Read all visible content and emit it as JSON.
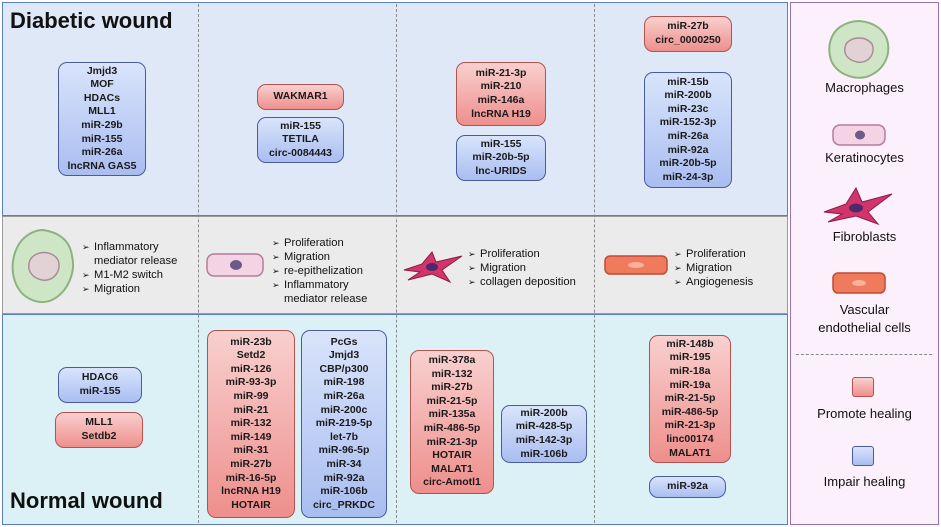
{
  "headings": {
    "diabetic": "Diabetic wound",
    "normal": "Normal wound"
  },
  "diabetic": {
    "col1": [
      "Jmjd3",
      "MOF",
      "HDACs",
      "MLL1",
      "miR-29b",
      "miR-155",
      "miR-26a",
      "lncRNA GAS5"
    ],
    "col2_red": [
      "WAKMAR1"
    ],
    "col2_blue": [
      "miR-155",
      "TETILA",
      "circ-0084443"
    ],
    "col3_red": [
      "miR-21-3p",
      "miR-210",
      "miR-146a",
      "lncRNA H19"
    ],
    "col3_blue": [
      "miR-155",
      "miR-20b-5p",
      "lnc-URIDS"
    ],
    "col4_red": [
      "miR-27b",
      "circ_0000250"
    ],
    "col4_blue": [
      "miR-15b",
      "miR-200b",
      "miR-23c",
      "miR-152-3p",
      "miR-26a",
      "miR-92a",
      "miR-20b-5p",
      "miR-24-3p"
    ]
  },
  "functions": {
    "macrophages": [
      "Inflammatory",
      "mediator release",
      "M1-M2 switch",
      "Migration"
    ],
    "keratinocytes": [
      "Proliferation",
      "Migration",
      "re-epithelization",
      "Inflammatory",
      "mediator release"
    ],
    "fibroblasts": [
      "Proliferation",
      "Migration",
      "collagen deposition"
    ],
    "endothelial": [
      "Proliferation",
      "Migration",
      "Angiogenesis"
    ]
  },
  "normal": {
    "col1_blue": [
      "HDAC6",
      "miR-155"
    ],
    "col1_red": [
      "MLL1",
      "Setdb2"
    ],
    "col2_red": [
      "miR-23b",
      "Setd2",
      "miR-126",
      "miR-93-3p",
      "miR-99",
      "miR-21",
      "miR-132",
      "miR-149",
      "miR-31",
      "miR-27b",
      "miR-16-5p",
      "lncRNA H19",
      "HOTAIR"
    ],
    "col2_blue": [
      "PcGs",
      "Jmjd3",
      "CBP/p300",
      "miR-198",
      "miR-26a",
      "miR-200c",
      "miR-219-5p",
      "let-7b",
      "miR-96-5p",
      "miR-34",
      "miR-92a",
      "miR-106b",
      "circ_PRKDC"
    ],
    "col3_red": [
      "miR-378a",
      "miR-132",
      "miR-27b",
      "miR-21-5p",
      "miR-135a",
      "miR-486-5p",
      "miR-21-3p",
      "HOTAIR",
      "MALAT1",
      "circ-Amotl1"
    ],
    "col3_blue": [
      "miR-200b",
      "miR-428-5p",
      "miR-142-3p",
      "miR-106b"
    ],
    "col4_red": [
      "miR-148b",
      "miR-195",
      "miR-18a",
      "miR-19a",
      "miR-21-5p",
      "miR-486-5p",
      "miR-21-3p",
      "linc00174",
      "MALAT1"
    ],
    "col4_blue": [
      "miR-92a"
    ]
  },
  "legend": {
    "macrophages": "Macrophages",
    "keratinocytes": "Keratinocytes",
    "fibroblasts": "Fibroblasts",
    "endothelial_1": "Vascular",
    "endothelial_2": "endothelial cells",
    "promote": "Promote healing",
    "impair": "Impair healing"
  },
  "colors": {
    "promote": "#ee8f8c",
    "impair": "#a9bdf0",
    "diabetic_bg": "#dfe8f6",
    "normal_bg": "#dcf1f5"
  }
}
